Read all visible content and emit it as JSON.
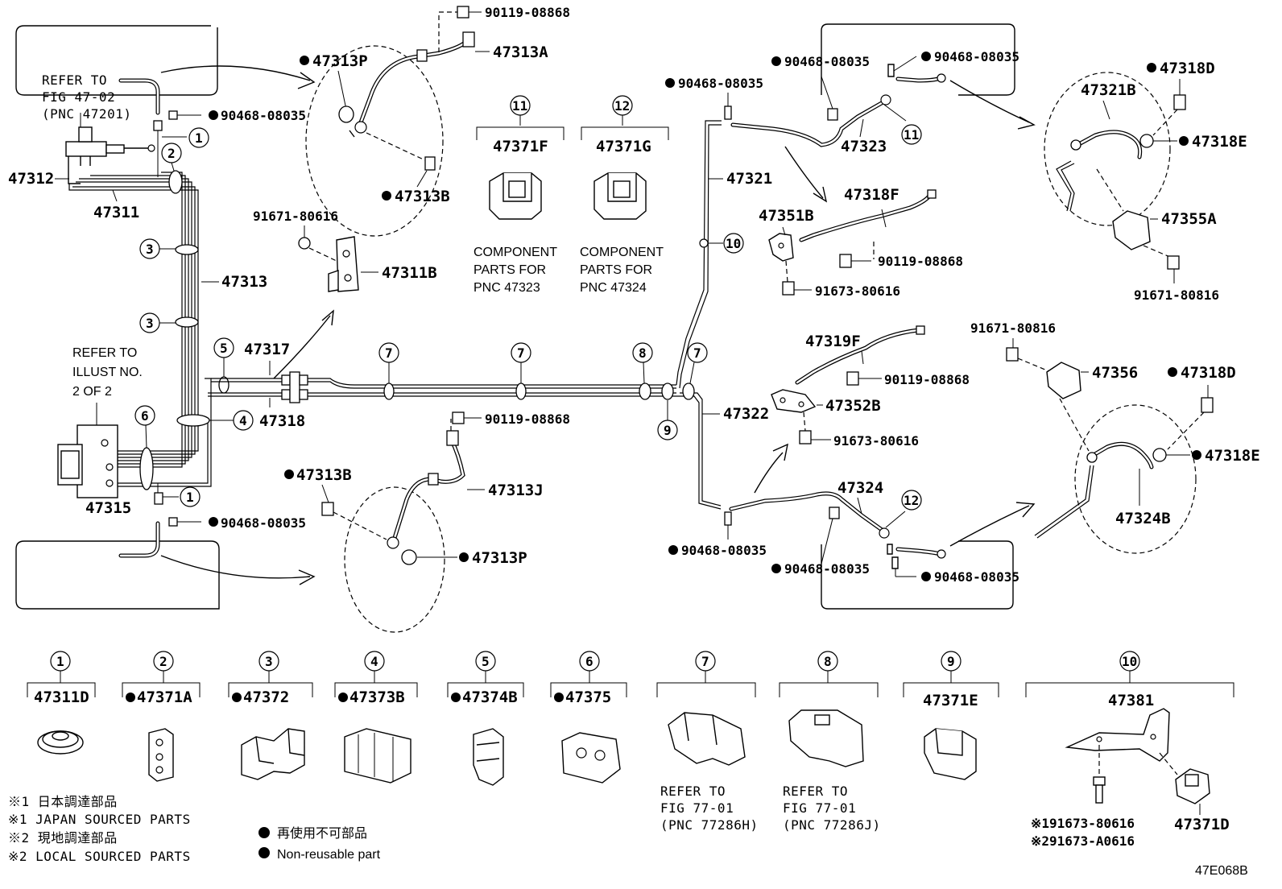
{
  "diagram_id": "47E068B",
  "bullet": "●",
  "callouts": {
    "c_left_1a": "1",
    "c_left_1b": "1",
    "c_left_2": "2",
    "c_left_3a": "3",
    "c_left_3b": "3",
    "c_left_4": "4",
    "c_left_5": "5",
    "c_left_6": "6",
    "c_mid_7a": "7",
    "c_mid_7b": "7",
    "c_mid_8": "8",
    "c_mid_9": "9",
    "c_right_7": "7",
    "c_right_10": "10",
    "c_top_11": "11",
    "c_bot_12": "12",
    "hdr_11": "11",
    "hdr_12": "12"
  },
  "labels": {
    "p47312": "47312",
    "p47311": "47311",
    "p47313": "47313",
    "p47317": "47317",
    "p47318": "47318",
    "p47315": "47315",
    "p47313P_top": "47313P",
    "p47313A": "47313A",
    "p47313B_top": "47313B",
    "p47313B_bot": "47313B",
    "p47313J": "47313J",
    "p47313P_bot": "47313P",
    "p47311B": "47311B",
    "p47321": "47321",
    "p47322": "47322",
    "p47323": "47323",
    "p47324": "47324",
    "p47351B": "47351B",
    "p47318F": "47318F",
    "p47319F": "47319F",
    "p47352B": "47352B",
    "p47321B": "47321B",
    "p47318D_top": "47318D",
    "p47318E_top": "47318E",
    "p47355A": "47355A",
    "p47356": "47356",
    "p47318D_bot": "47318D",
    "p47318E_bot": "47318E",
    "p47324B": "47324B",
    "p47371F": "47371F",
    "p47371G": "47371G",
    "b90119_top": "90119-08868",
    "b90468_tl": "90468-08035",
    "b91671_mid": "91671-80616",
    "b90119_mid": "90119-08868",
    "b90468_bl": "90468-08035",
    "b90468_tr1": "90468-08035",
    "b90468_tr2": "90468-08035",
    "b90468_tr3": "90468-08035",
    "b90119_r1": "90119-08868",
    "b91673_r1": "91673-80616",
    "b91671_r1": "91671-80816",
    "b91671_r2": "91671-80816",
    "b90119_r2": "90119-08868",
    "b91673_r2": "91673-80616",
    "b90468_br1": "90468-08035",
    "b90468_br2": "90468-08035",
    "b90468_br3": "90468-08035"
  },
  "notes": {
    "refer_fig_line1": "REFER TO",
    "refer_fig_line2": "FIG 47-02",
    "refer_fig_line3": "(PNC 47201)",
    "refer_illust_line1": "REFER TO",
    "refer_illust_line2": "ILLUST NO.",
    "refer_illust_line3": "2 OF 2",
    "comp_f_line1": "COMPONENT",
    "comp_f_line2": "PARTS FOR",
    "comp_f_line3": "PNC 47323",
    "comp_g_line1": "COMPONENT",
    "comp_g_line2": "PARTS FOR",
    "comp_g_line3": "PNC 47324"
  },
  "legend_row": {
    "num1": "1",
    "num2": "2",
    "num3": "3",
    "num4": "4",
    "num5": "5",
    "num6": "6",
    "num7": "7",
    "num8": "8",
    "num9": "9",
    "num10": "10",
    "part1": "47311D",
    "part2": "47371A",
    "part3": "47372",
    "part4": "47373B",
    "part5": "47374B",
    "part6": "47375",
    "part9": "47371E",
    "part10": "47381",
    "part10b": "47371D",
    "ref7_line1": "REFER TO",
    "ref7_line2": "FIG 77-01",
    "ref7_line3": "(PNC 77286H)",
    "ref8_line1": "REFER TO",
    "ref8_line2": "FIG 77-01",
    "ref8_line3": "(PNC 77286J)",
    "b10_1": "※191673-80616",
    "b10_2": "※291673-A0616"
  },
  "footnotes": {
    "line1": "※1 日本調達部品",
    "line2": "※1 JAPAN SOURCED PARTS",
    "line3": "※2 現地調達部品",
    "line4": "※2 LOCAL SOURCED PARTS",
    "nr_jp": "再使用不可部品",
    "nr_en": "Non-reusable part"
  }
}
